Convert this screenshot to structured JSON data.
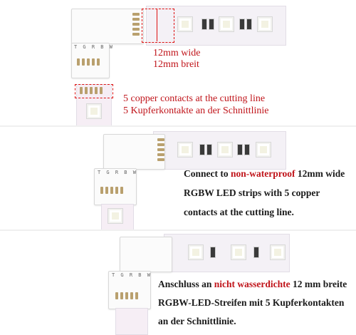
{
  "panel1": {
    "width_label_en": "12mm wide",
    "width_label_de": "12mm breit",
    "contacts_label_en": "5 copper contacts at the cutting line",
    "contacts_label_de": "5 Kupferkontakte an der Schnittlinie",
    "connector_marks": "T G R B W",
    "red_color": "#c0141a"
  },
  "panel2": {
    "line1_pre": "Connect to ",
    "line1_highlight": "non-waterproof",
    "line1_post": " 12mm wide",
    "line2": "RGBW LED strips with 5 copper",
    "line3": "contacts at the cutting line."
  },
  "panel3": {
    "line1_pre": "Anschluss an ",
    "line1_highlight": "nicht wasserdichte",
    "line1_post": " 12 mm breite",
    "line2": "RGBW-LED-Streifen mit 5 Kupferkontakten",
    "line3": "an der Schnittlinie."
  }
}
